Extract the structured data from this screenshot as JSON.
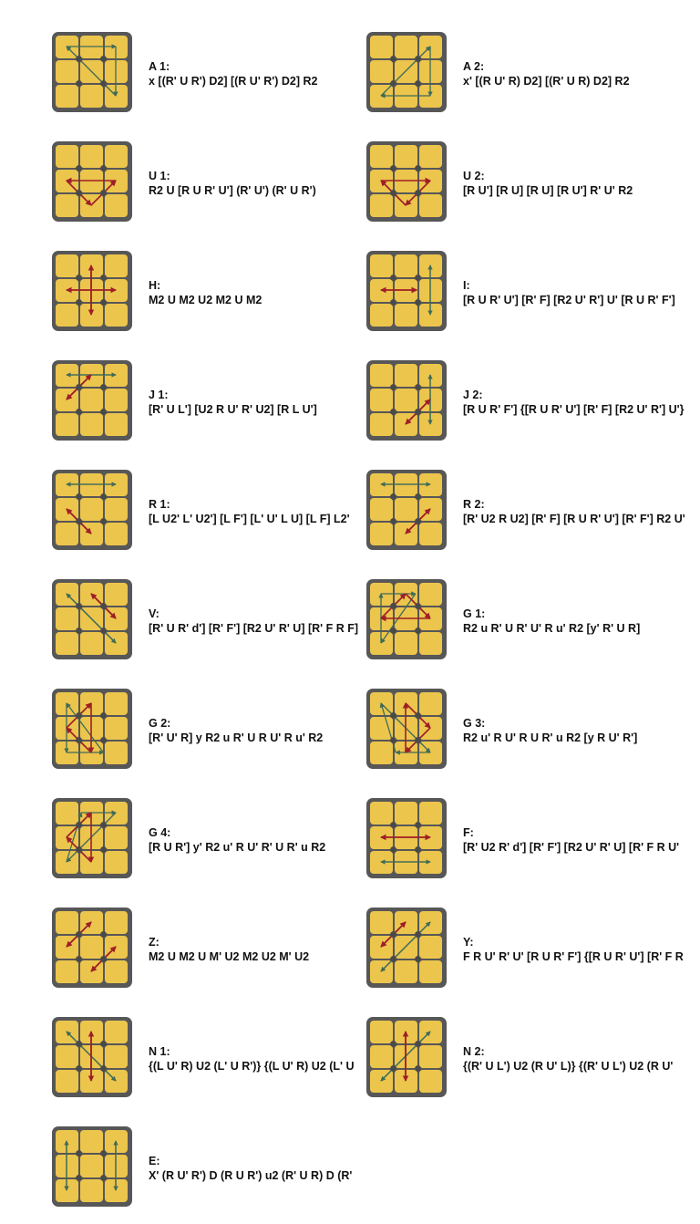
{
  "colors": {
    "sticker": "#ECC54C",
    "frame": "#575757",
    "dot": "#4A4A4A",
    "green_arrow": "#3E6B58",
    "red_arrow": "#9E1E28"
  },
  "cases": [
    {
      "name": "A 1:",
      "alg": "x [(R' U R') D2] [(R U' R') D2] R2",
      "arrows": [
        [
          "g",
          [
            0,
            0
          ],
          [
            2,
            0
          ]
        ],
        [
          "g",
          [
            2,
            0
          ],
          [
            2,
            2
          ]
        ],
        [
          "g",
          [
            2,
            2
          ],
          [
            0,
            0
          ]
        ]
      ]
    },
    {
      "name": "A 2:",
      "alg": "x' [(R U' R) D2] [(R' U R) D2] R2",
      "arrows": [
        [
          "g",
          [
            0,
            2
          ],
          [
            2,
            0
          ]
        ],
        [
          "g",
          [
            2,
            0
          ],
          [
            2,
            2
          ]
        ],
        [
          "g",
          [
            2,
            2
          ],
          [
            0,
            2
          ]
        ]
      ]
    },
    {
      "name": "U 1:",
      "alg": "R2 U [R U R' U'] (R' U') (R' U R')",
      "arrows": [
        [
          "r",
          [
            0,
            1
          ],
          [
            1,
            2
          ]
        ],
        [
          "r",
          [
            1,
            2
          ],
          [
            2,
            1
          ]
        ],
        [
          "r",
          [
            2,
            1
          ],
          [
            0,
            1
          ]
        ]
      ]
    },
    {
      "name": "U 2:",
      "alg": "[R U'] [R U] [R U] [R U'] R' U' R2",
      "arrows": [
        [
          "r",
          [
            0,
            1
          ],
          [
            2,
            1
          ]
        ],
        [
          "r",
          [
            2,
            1
          ],
          [
            1,
            2
          ]
        ],
        [
          "r",
          [
            1,
            2
          ],
          [
            0,
            1
          ]
        ]
      ]
    },
    {
      "name": "H:",
      "alg": "M2 U M2 U2 M2 U M2",
      "arrows": [
        [
          "r",
          [
            0,
            1
          ],
          [
            2,
            1
          ]
        ],
        [
          "r",
          [
            2,
            1
          ],
          [
            0,
            1
          ]
        ],
        [
          "r",
          [
            1,
            0
          ],
          [
            1,
            2
          ]
        ],
        [
          "r",
          [
            1,
            2
          ],
          [
            1,
            0
          ]
        ]
      ]
    },
    {
      "name": "I:",
      "alg": "[R U R' U'] [R' F] [R2 U' R'] U' [R U R' F']",
      "arrows": [
        [
          "r",
          [
            0,
            1
          ],
          [
            1.45,
            1
          ]
        ],
        [
          "r",
          [
            1.45,
            1
          ],
          [
            0,
            1
          ]
        ],
        [
          "g",
          [
            2,
            0
          ],
          [
            2,
            2
          ]
        ],
        [
          "g",
          [
            2,
            2
          ],
          [
            2,
            0
          ]
        ]
      ]
    },
    {
      "name": "J 1:",
      "alg": "[R' U L'] [U2 R U' R' U2] [R L U']",
      "arrows": [
        [
          "g",
          [
            0,
            0
          ],
          [
            2,
            0
          ]
        ],
        [
          "g",
          [
            2,
            0
          ],
          [
            0,
            0
          ]
        ],
        [
          "r",
          [
            0,
            1
          ],
          [
            1,
            0
          ]
        ],
        [
          "r",
          [
            1,
            0
          ],
          [
            0,
            1
          ]
        ]
      ]
    },
    {
      "name": "J 2:",
      "alg": "[R U R' F'] {[R U R' U'] [R' F] [R2 U' R'] U'}",
      "arrows": [
        [
          "g",
          [
            2,
            0
          ],
          [
            2,
            2
          ]
        ],
        [
          "g",
          [
            2,
            2
          ],
          [
            2,
            0
          ]
        ],
        [
          "r",
          [
            1,
            2
          ],
          [
            2,
            1
          ]
        ],
        [
          "r",
          [
            2,
            1
          ],
          [
            1,
            2
          ]
        ]
      ]
    },
    {
      "name": "R 1:",
      "alg": "[L U2' L' U2'] [L F'] [L' U' L U] [L F] L2'",
      "arrows": [
        [
          "g",
          [
            0,
            0
          ],
          [
            2,
            0
          ]
        ],
        [
          "g",
          [
            2,
            0
          ],
          [
            0,
            0
          ]
        ],
        [
          "r",
          [
            0,
            1
          ],
          [
            1,
            2
          ]
        ],
        [
          "r",
          [
            1,
            2
          ],
          [
            0,
            1
          ]
        ]
      ]
    },
    {
      "name": "R 2:",
      "alg": "[R' U2 R U2] [R' F] [R U R' U'] [R' F'] R2 U'",
      "arrows": [
        [
          "g",
          [
            0,
            0
          ],
          [
            2,
            0
          ]
        ],
        [
          "g",
          [
            2,
            0
          ],
          [
            0,
            0
          ]
        ],
        [
          "r",
          [
            1,
            2
          ],
          [
            2,
            1
          ]
        ],
        [
          "r",
          [
            2,
            1
          ],
          [
            1,
            2
          ]
        ]
      ]
    },
    {
      "name": "V:",
      "alg": "[R' U R' d'] [R' F'] [R2 U' R' U] [R' F R F]",
      "arrows": [
        [
          "g",
          [
            0,
            0
          ],
          [
            2,
            2
          ]
        ],
        [
          "g",
          [
            2,
            2
          ],
          [
            0,
            0
          ]
        ],
        [
          "r",
          [
            1,
            0
          ],
          [
            2,
            1
          ]
        ],
        [
          "r",
          [
            2,
            1
          ],
          [
            1,
            0
          ]
        ]
      ]
    },
    {
      "name": "G 1:",
      "alg": "R2 u R' U R' U' R u' R2 [y' R' U R]",
      "arrows": [
        [
          "g",
          [
            0,
            0
          ],
          [
            1.4,
            0
          ]
        ],
        [
          "g",
          [
            0,
            2
          ],
          [
            0,
            0
          ]
        ],
        [
          "g",
          [
            1.4,
            0
          ],
          [
            0,
            2
          ]
        ],
        [
          "r",
          [
            0,
            1
          ],
          [
            1,
            0
          ]
        ],
        [
          "r",
          [
            1,
            0
          ],
          [
            2,
            1
          ]
        ],
        [
          "r",
          [
            2,
            1
          ],
          [
            0,
            1
          ]
        ]
      ]
    },
    {
      "name": "G 2:",
      "alg": "[R' U' R] y R2 u R' U R U' R u' R2",
      "arrows": [
        [
          "g",
          [
            0,
            0
          ],
          [
            0,
            2
          ]
        ],
        [
          "g",
          [
            0,
            2
          ],
          [
            1.5,
            2
          ]
        ],
        [
          "g",
          [
            1.5,
            2
          ],
          [
            0,
            0
          ]
        ],
        [
          "r",
          [
            0,
            1
          ],
          [
            1,
            0
          ]
        ],
        [
          "r",
          [
            1,
            0
          ],
          [
            1,
            2
          ]
        ],
        [
          "r",
          [
            1,
            2
          ],
          [
            0,
            1
          ]
        ]
      ]
    },
    {
      "name": "G 3:",
      "alg": "R2 u' R U' R U R' u R2 [y R U' R']",
      "arrows": [
        [
          "g",
          [
            0,
            0
          ],
          [
            2,
            2
          ]
        ],
        [
          "g",
          [
            2,
            2
          ],
          [
            0.6,
            2
          ]
        ],
        [
          "g",
          [
            0.6,
            2
          ],
          [
            0,
            0
          ]
        ],
        [
          "r",
          [
            1,
            0
          ],
          [
            2,
            1
          ]
        ],
        [
          "r",
          [
            2,
            1
          ],
          [
            1,
            2
          ]
        ],
        [
          "r",
          [
            1,
            2
          ],
          [
            1,
            0
          ]
        ]
      ]
    },
    {
      "name": "G 4:",
      "alg": "[R U R'] y' R2 u' R U' R' U R' u R2",
      "arrows": [
        [
          "g",
          [
            0,
            2
          ],
          [
            0.6,
            0
          ]
        ],
        [
          "g",
          [
            0.6,
            0
          ],
          [
            2,
            0
          ]
        ],
        [
          "g",
          [
            2,
            0
          ],
          [
            0,
            2
          ]
        ],
        [
          "r",
          [
            0,
            1
          ],
          [
            1,
            0
          ]
        ],
        [
          "r",
          [
            1,
            0
          ],
          [
            1,
            2
          ]
        ],
        [
          "r",
          [
            1,
            2
          ],
          [
            0,
            1
          ]
        ]
      ]
    },
    {
      "name": "F:",
      "alg": "[R' U2 R' d'] [R' F'] [R2 U' R' U] [R' F R U'",
      "arrows": [
        [
          "r",
          [
            0,
            1
          ],
          [
            2,
            1
          ]
        ],
        [
          "r",
          [
            2,
            1
          ],
          [
            0,
            1
          ]
        ],
        [
          "g",
          [
            0,
            2
          ],
          [
            2,
            2
          ]
        ],
        [
          "g",
          [
            2,
            2
          ],
          [
            0,
            2
          ]
        ]
      ]
    },
    {
      "name": "Z:",
      "alg": "M2 U M2 U M' U2 M2 U2 M' U2",
      "arrows": [
        [
          "r",
          [
            0,
            1
          ],
          [
            1,
            0
          ]
        ],
        [
          "r",
          [
            1,
            0
          ],
          [
            0,
            1
          ]
        ],
        [
          "r",
          [
            1,
            2
          ],
          [
            2,
            1
          ]
        ],
        [
          "r",
          [
            2,
            1
          ],
          [
            1,
            2
          ]
        ]
      ]
    },
    {
      "name": "Y:",
      "alg": "F R U' R' U' [R U R' F'] {[R U R' U'] [R' F R",
      "arrows": [
        [
          "g",
          [
            0,
            2
          ],
          [
            2,
            0
          ]
        ],
        [
          "g",
          [
            2,
            0
          ],
          [
            0,
            2
          ]
        ],
        [
          "r",
          [
            0,
            1
          ],
          [
            1,
            0
          ]
        ],
        [
          "r",
          [
            1,
            0
          ],
          [
            0,
            1
          ]
        ]
      ]
    },
    {
      "name": "N 1:",
      "alg": "{(L U' R) U2 (L' U R')} {(L U' R) U2 (L' U",
      "arrows": [
        [
          "g",
          [
            0,
            0
          ],
          [
            2,
            2
          ]
        ],
        [
          "g",
          [
            2,
            2
          ],
          [
            0,
            0
          ]
        ],
        [
          "r",
          [
            1,
            0
          ],
          [
            1,
            2
          ]
        ],
        [
          "r",
          [
            1,
            2
          ],
          [
            1,
            0
          ]
        ]
      ]
    },
    {
      "name": "N 2:",
      "alg": "{(R' U L') U2 (R U' L)} {(R' U L') U2 (R U'",
      "arrows": [
        [
          "g",
          [
            0,
            2
          ],
          [
            2,
            0
          ]
        ],
        [
          "g",
          [
            2,
            0
          ],
          [
            0,
            2
          ]
        ],
        [
          "r",
          [
            1,
            0
          ],
          [
            1,
            2
          ]
        ],
        [
          "r",
          [
            1,
            2
          ],
          [
            1,
            0
          ]
        ]
      ]
    },
    {
      "name": "E:",
      "alg": "X' (R U' R') D (R U R') u2 (R' U R) D (R'",
      "arrows": [
        [
          "g",
          [
            0,
            0
          ],
          [
            0,
            2
          ]
        ],
        [
          "g",
          [
            0,
            2
          ],
          [
            0,
            0
          ]
        ],
        [
          "g",
          [
            2,
            0
          ],
          [
            2,
            2
          ]
        ],
        [
          "g",
          [
            2,
            2
          ],
          [
            2,
            0
          ]
        ]
      ]
    }
  ]
}
